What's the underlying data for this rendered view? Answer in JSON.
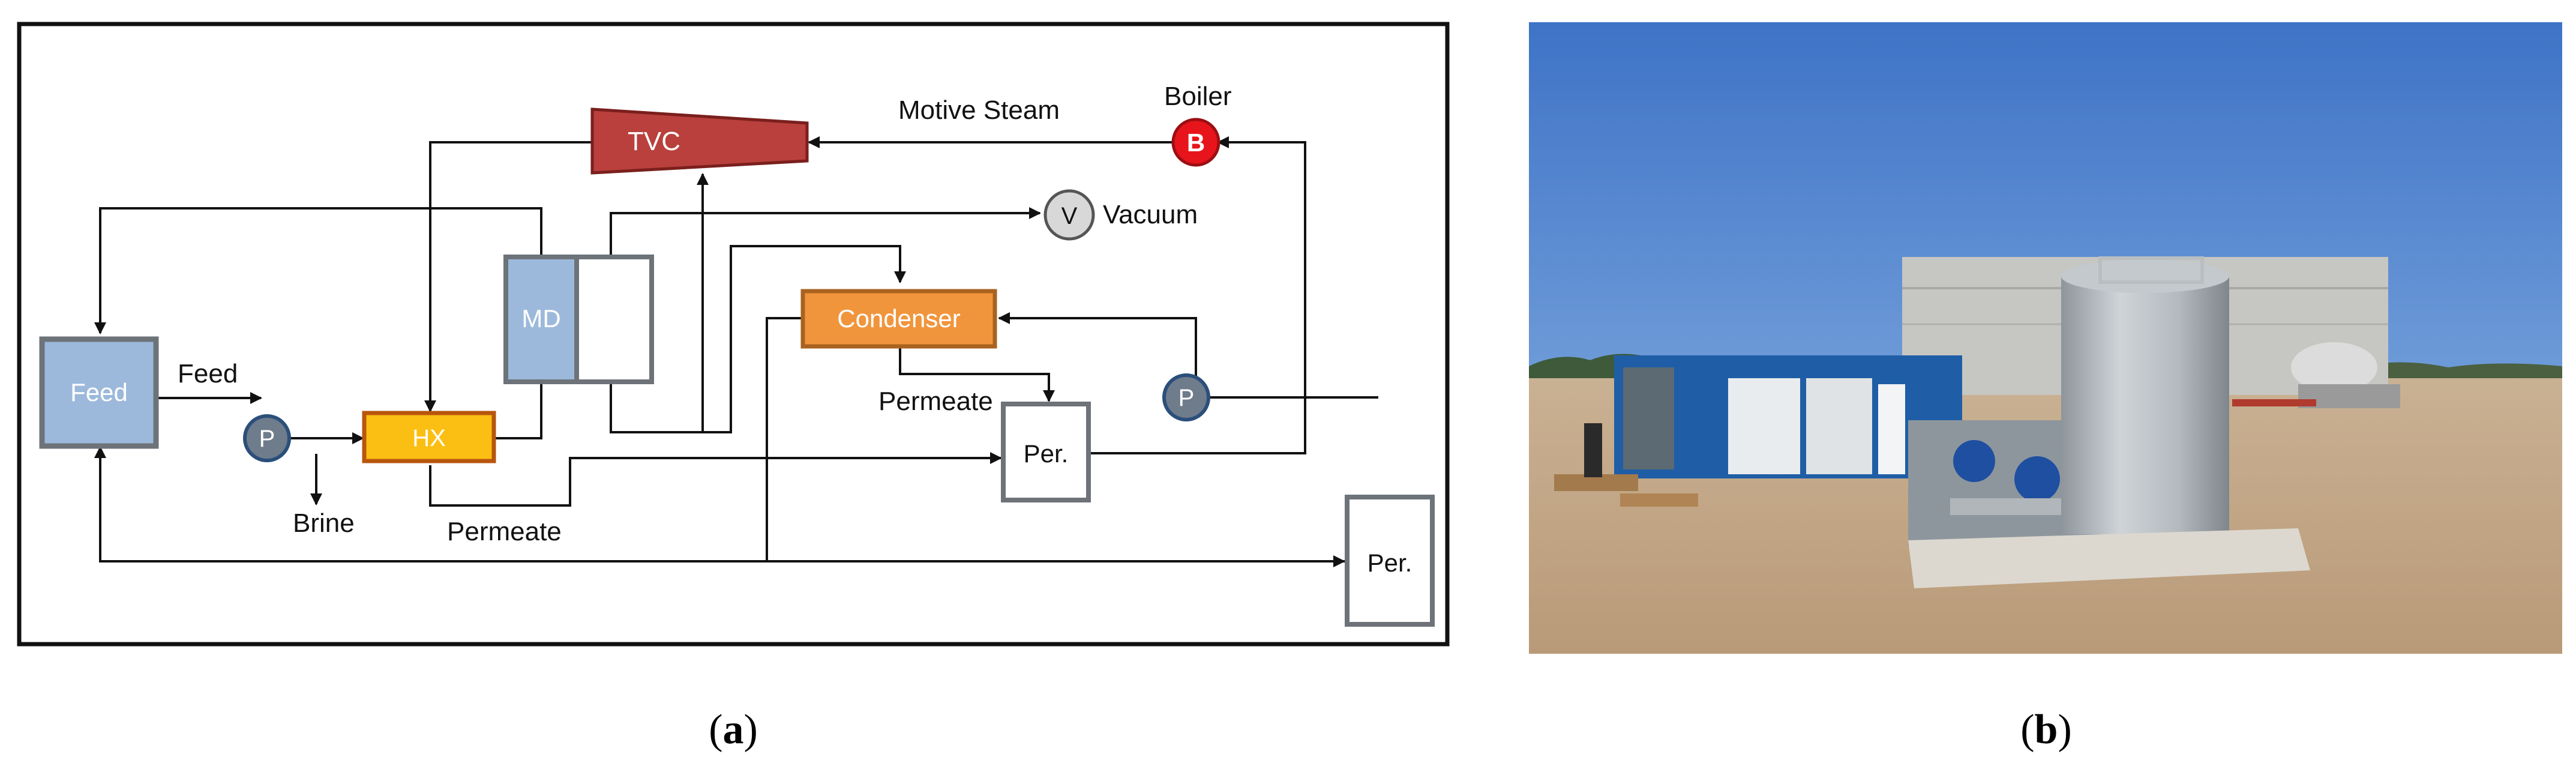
{
  "panel_a": {
    "nodes": {
      "feed": "Feed",
      "hx": "HX",
      "md": "MD",
      "tvc": "TVC",
      "condenser": "Condenser",
      "boiler_symbol": "B",
      "pump_symbol": "P",
      "vacuum_symbol": "V",
      "per_upper": "Per.",
      "per_lower": "Per."
    },
    "labels": {
      "feed_stream": "Feed",
      "brine": "Brine",
      "permeate_hx": "Permeate",
      "permeate_condenser": "Permeate",
      "motive_steam": "Motive Steam",
      "boiler": "Boiler",
      "vacuum": "Vacuum"
    },
    "colors": {
      "feed_fill": "#9cb9db",
      "md_fill": "#9cb9db",
      "hx_fill": "#fbbf13",
      "tvc_fill": "#b9403c",
      "condenser_fill": "#f1953d",
      "boiler_fill": "#e8141b",
      "pump_fill": "#6f7c8c",
      "vacuum_fill": "#d8d8d8"
    }
  },
  "captions": {
    "a_open": "(",
    "a_letter": "a",
    "a_close": ")",
    "b_open": "(",
    "b_letter": "b",
    "b_close": ")"
  }
}
